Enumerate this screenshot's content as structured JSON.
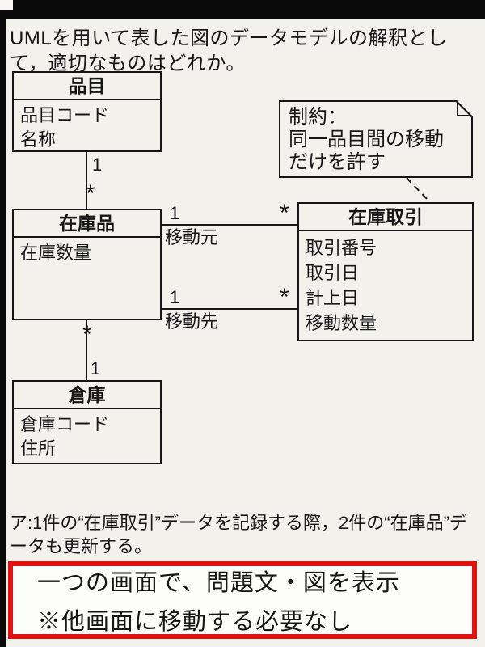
{
  "colors": {
    "paper": "#f2f1ec",
    "ink": "#161616",
    "callout_border": "#de1310"
  },
  "question": {
    "text": "UMLを用いて表した図のデータモデルの解釈として，適切なものはどれか。"
  },
  "diagram": {
    "classes": [
      {
        "name": "品目",
        "attributes": [
          "品目コード",
          "名称"
        ]
      },
      {
        "name": "在庫品",
        "attributes": [
          "在庫数量"
        ]
      },
      {
        "name": "在庫取引",
        "attributes": [
          "取引番号",
          "取引日",
          "計上日",
          "移動数量"
        ]
      },
      {
        "name": "倉庫",
        "attributes": [
          "倉庫コード",
          "住所"
        ]
      }
    ],
    "note": {
      "line1": "制約：",
      "line2": "同一品目間の移動",
      "line3": "だけを許す"
    },
    "relations": {
      "item_stock": {
        "top_mult": "1",
        "bottom_mult": "*"
      },
      "source": {
        "left_mult": "1",
        "right_mult": "*",
        "label": "移動元"
      },
      "dest": {
        "left_mult": "1",
        "right_mult": "*",
        "label": "移動先"
      },
      "stock_warehouse": {
        "top_mult": "*",
        "bottom_mult": "1"
      }
    }
  },
  "answer_option": "ア:1件の“在庫取引”データを記録する際，2件の“在庫品”データも更新する。",
  "callout": {
    "line1": "一つの画面で、問題文・図を表示",
    "line2": "※他画面に移動する必要なし"
  }
}
